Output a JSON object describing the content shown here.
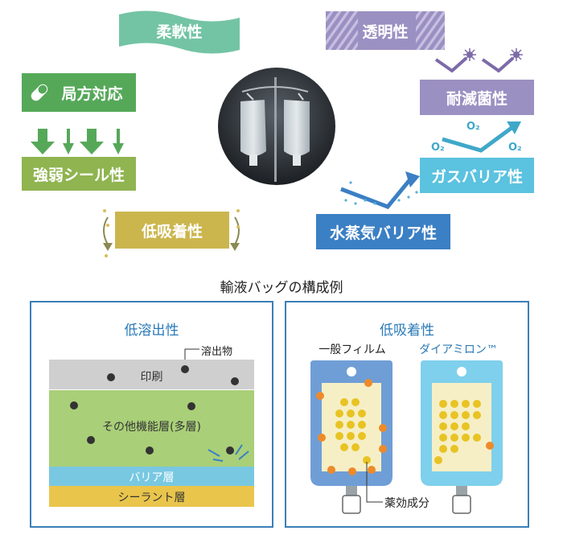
{
  "features": {
    "flexibility": "柔軟性",
    "transparency": "透明性",
    "drug_compat": "局方対応",
    "sterilization": "耐滅菌性",
    "seal": "強弱シール性",
    "gas_barrier": "ガスバリア性",
    "low_adsorption": "低吸着性",
    "vapor_barrier": "水蒸気バリア性",
    "o2_label": "O₂"
  },
  "colors": {
    "teal": "#73c4a4",
    "lavender": "#9b90c2",
    "green": "#56a859",
    "olive": "#8fb450",
    "mustard": "#cbb64e",
    "sky": "#5bc2df",
    "blue": "#3b7fc4",
    "panel_border": "#3b7fb8",
    "print_layer": "#cfcfcf",
    "func_layer": "#a9cf78",
    "barrier_layer": "#78c8e2",
    "sealant_layer": "#e9c54c"
  },
  "section_title": "輸液バッグの構成例",
  "left_panel": {
    "title": "低溶出性",
    "callout": "溶出物",
    "layers": {
      "print": "印刷",
      "functional": "その他機能層(多層)",
      "barrier": "バリア層",
      "sealant": "シーラント層"
    }
  },
  "right_panel": {
    "title": "低吸着性",
    "bag1": "一般フィルム",
    "bag2": "ダイアミロン™",
    "callout": "薬効成分"
  }
}
